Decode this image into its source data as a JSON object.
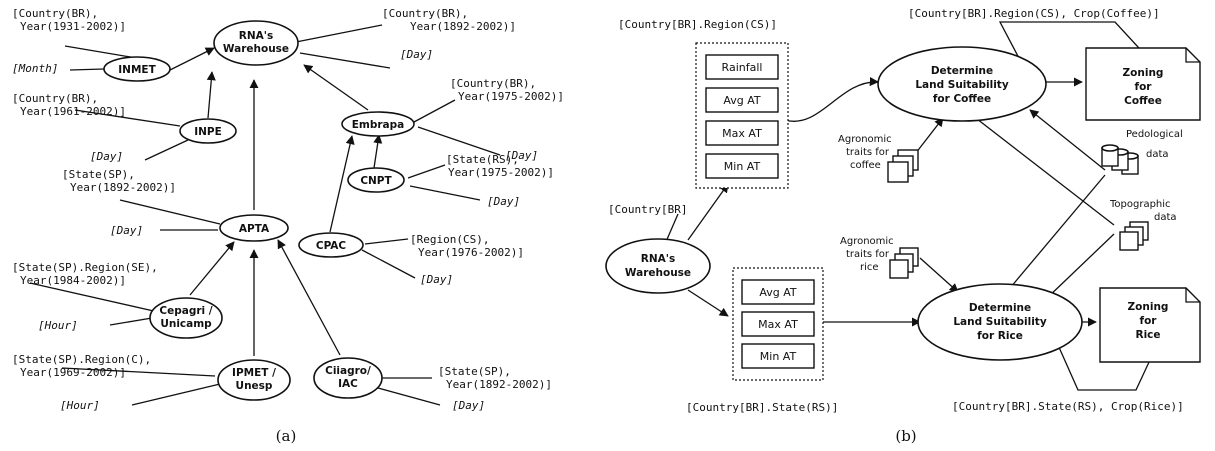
{
  "panel_a": {
    "caption": "(a)",
    "nodes": {
      "rna": [
        "RNA's",
        "Warehouse"
      ],
      "inmet": [
        "INMET"
      ],
      "inpe": [
        "INPE"
      ],
      "embrapa": [
        "Embrapa"
      ],
      "cnpt": [
        "CNPT"
      ],
      "apta": [
        "APTA"
      ],
      "cpac": [
        "CPAC"
      ],
      "cepagri": [
        "Cepagri /",
        "Unicamp"
      ],
      "ipmet": [
        "IPMET /",
        "Unesp"
      ],
      "ciiagro": [
        "Ciiagro/",
        "IAC"
      ]
    },
    "annotations": {
      "inmet_scope": [
        "[Country(BR),",
        "Year(1931-2002)]"
      ],
      "inmet_time": "[Month]",
      "rna_scope": [
        "[Country(BR),",
        "Year(1892-2002)]"
      ],
      "rna_time": "[Day]",
      "inpe_scope": [
        "[Country(BR),",
        "Year(1961-2002)]"
      ],
      "inpe_time": "[Day]",
      "embrapa_scope": [
        "[Country(BR),",
        "Year(1975-2002)]"
      ],
      "embrapa_time": "[Day]",
      "cnpt_scope": [
        "[State(RS),",
        "Year(1975-2002)]"
      ],
      "cnpt_time": "[Day]",
      "apta_scope": [
        "[State(SP),",
        "Year(1892-2002)]"
      ],
      "apta_time": "[Day]",
      "cpac_scope": [
        "[Region(CS),",
        "Year(1976-2002)]"
      ],
      "cpac_time": "[Day]",
      "cepagri_scope": [
        "[State(SP).Region(SE),",
        "Year(1984-2002)]"
      ],
      "cepagri_time": "[Hour]",
      "ipmet_scope": [
        "[State(SP).Region(C),",
        "Year(1969-2002)]"
      ],
      "ipmet_time": "[Hour]",
      "ciiagro_scope": [
        "[State(SP),",
        "Year(1892-2002)]"
      ],
      "ciiagro_time": "[Day]"
    }
  },
  "panel_b": {
    "caption": "(b)",
    "rna": [
      "RNA's",
      "Warehouse"
    ],
    "rna_scope": "[Country[BR]",
    "coffee_group_label": "[Country[BR].Region(CS)]",
    "coffee_group_items": [
      "Rainfall",
      "Avg AT",
      "Max AT",
      "Min AT"
    ],
    "rice_group_label": "[Country[BR].State(RS)]",
    "rice_group_items": [
      "Avg AT",
      "Max AT",
      "Min AT"
    ],
    "coffee_process": [
      "Determine",
      "Land Suitability",
      "for Coffee"
    ],
    "rice_process": [
      "Determine",
      "Land Suitability",
      "for Rice"
    ],
    "coffee_output": [
      "Zoning",
      "for",
      "Coffee"
    ],
    "rice_output": [
      "Zoning",
      "for",
      "Rice"
    ],
    "coffee_output_label": "[Country[BR].Region(CS), Crop(Coffee)]",
    "rice_output_label": "[Country[BR].State(RS), Crop(Rice)]",
    "agro_coffee": [
      "Agronomic",
      "traits for",
      "coffee"
    ],
    "agro_rice": [
      "Agronomic",
      "traits for",
      "rice"
    ],
    "pedological": [
      "Pedological",
      "data"
    ],
    "topographic": [
      "Topographic",
      "data"
    ]
  }
}
